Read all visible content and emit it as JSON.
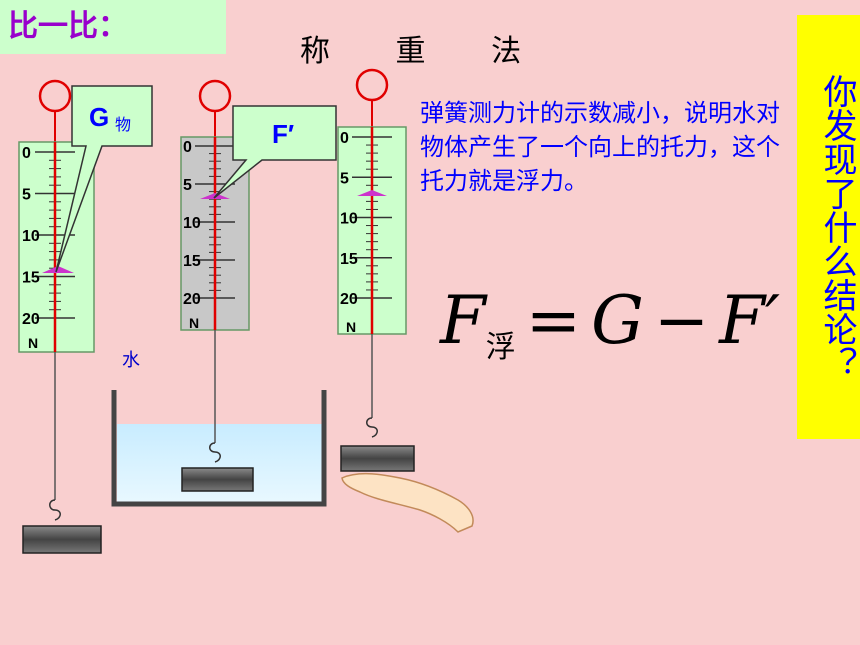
{
  "header": {
    "compare_label": "比一比：",
    "title": "称 重 法"
  },
  "question": {
    "text": "你发现了什么结论？"
  },
  "explanation": {
    "text": "弹簧测力计的示数减小，说明水对物体产生了一个向上的托力，这个托力就是浮力。"
  },
  "formula": {
    "lhs": "F",
    "lhs_sub": "浮",
    "eq": "=",
    "g": "G",
    "minus": "−",
    "f": "F′"
  },
  "callouts": {
    "g_main": "G",
    "g_sub": "物",
    "f_prime": "F′"
  },
  "labels": {
    "water": "水"
  },
  "scale": {
    "ticks": [
      "0",
      "5",
      "10",
      "15",
      "20"
    ],
    "unit": "N"
  },
  "colors": {
    "compare_bg": "#ccffcc",
    "compare_text": "#9900cc",
    "question_bg": "#ffff00",
    "blue_text": "#0000ff",
    "background": "#f9cfcf"
  }
}
